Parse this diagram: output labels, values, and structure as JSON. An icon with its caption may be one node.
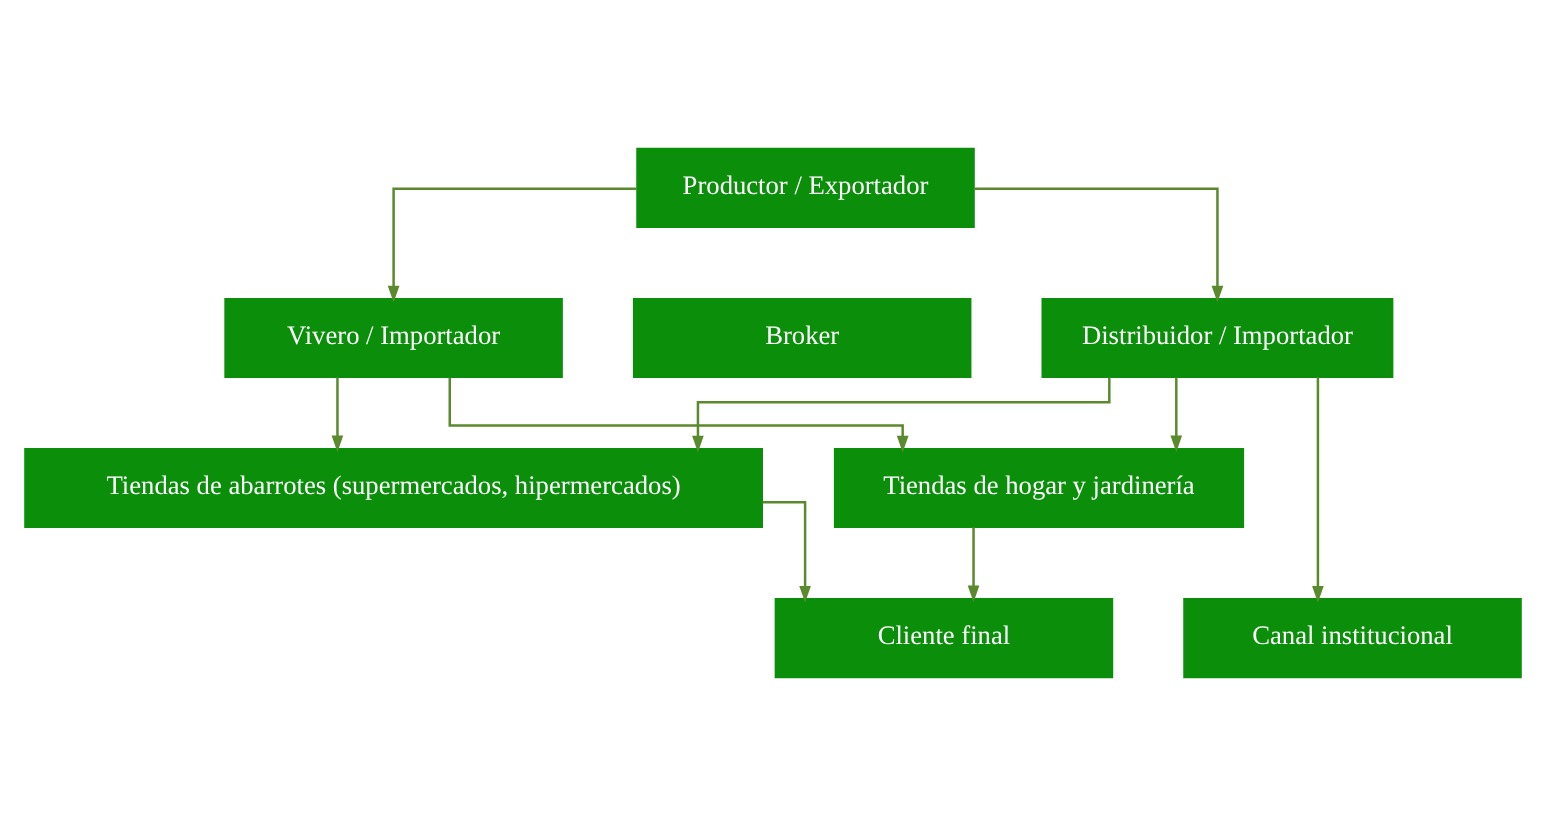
{
  "diagram": {
    "nodes": [
      {
        "text": [
          "Productor / Exportador"
        ]
      },
      {
        "text": [
          "Vivero / Importador"
        ]
      },
      {
        "text": [
          "Broker"
        ]
      },
      {
        "text": [
          "Distribuidor / Importador"
        ]
      },
      {
        "text": [
          "Tiendas de abarrotes (supermercados, hipermercados)"
        ]
      },
      {
        "text": [
          "Tiendas de hogar y jardinería"
        ]
      },
      {
        "text": [
          "Cliente final"
        ]
      },
      {
        "text": [
          "Canal institucional"
        ]
      }
    ],
    "edges": [
      {
        "from": 0,
        "to": 1,
        "arrow": "to"
      },
      {
        "from": 0,
        "to": 3,
        "arrow": "to"
      },
      {
        "from": 1,
        "to": 4,
        "arrow": "to"
      },
      {
        "from": 1,
        "to": 5,
        "arrow": "to"
      },
      {
        "from": 3,
        "to": 4,
        "arrow": "to"
      },
      {
        "from": 3,
        "to": 5,
        "arrow": "to"
      },
      {
        "from": 3,
        "to": 7,
        "arrow": "to"
      },
      {
        "from": 4,
        "to": 6,
        "arrow": "to"
      },
      {
        "from": 5,
        "to": 6,
        "arrow": "to"
      }
    ]
  }
}
